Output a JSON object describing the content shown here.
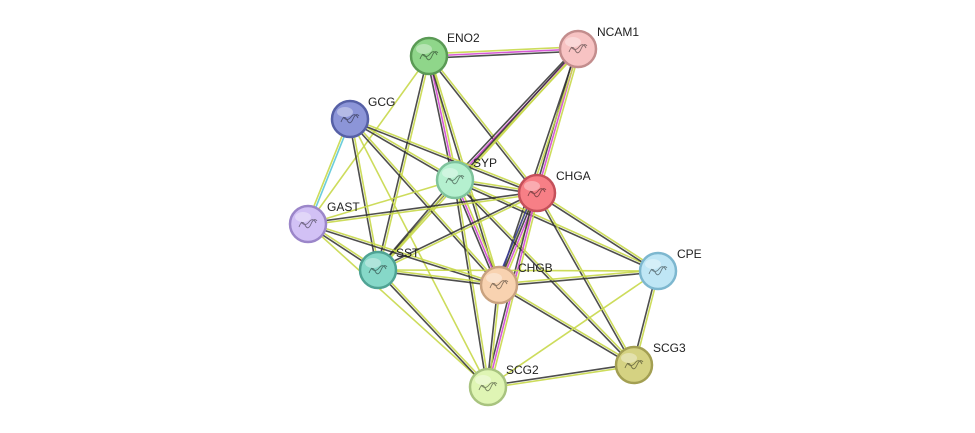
{
  "nodes": [
    {
      "id": "ENO2",
      "label": "ENO2",
      "color": "#8fd68a",
      "border": "#5a9a55"
    },
    {
      "id": "NCAM1",
      "label": "NCAM1",
      "color": "#f7c3c3",
      "border": "#c38d8d"
    },
    {
      "id": "GCG",
      "label": "GCG",
      "color": "#8c95d8",
      "border": "#5660a6"
    },
    {
      "id": "SYP",
      "label": "SYP",
      "color": "#b5f0cf",
      "border": "#7ec39c"
    },
    {
      "id": "CHGA",
      "label": "CHGA",
      "color": "#f77f86",
      "border": "#c4505a"
    },
    {
      "id": "GAST",
      "label": "GAST",
      "color": "#d2c1f5",
      "border": "#9b86c9"
    },
    {
      "id": "SST",
      "label": "SST",
      "color": "#86d8c8",
      "border": "#4fa394"
    },
    {
      "id": "CHGB",
      "label": "CHGB",
      "color": "#f8d2b0",
      "border": "#c9a27f"
    },
    {
      "id": "CPE",
      "label": "CPE",
      "color": "#bfe6f5",
      "border": "#7db7cf"
    },
    {
      "id": "SCG3",
      "label": "SCG3",
      "color": "#d5d282",
      "border": "#a39f52"
    },
    {
      "id": "SCG2",
      "label": "SCG2",
      "color": "#dff5b4",
      "border": "#a8c37f"
    }
  ],
  "edge_colors": {
    "textmining": "#c8d84a",
    "coexpression": "#2f2f2f",
    "experiments": "#d248d2",
    "database": "#5bc8d8",
    "homology": "#3a3a9a"
  },
  "edges": [
    {
      "a": "ENO2",
      "b": "NCAM1",
      "types": [
        "textmining",
        "experiments",
        "coexpression"
      ]
    },
    {
      "a": "ENO2",
      "b": "SYP",
      "types": [
        "textmining",
        "experiments",
        "coexpression"
      ]
    },
    {
      "a": "ENO2",
      "b": "CHGA",
      "types": [
        "textmining",
        "coexpression"
      ]
    },
    {
      "a": "ENO2",
      "b": "CHGB",
      "types": [
        "textmining",
        "coexpression"
      ]
    },
    {
      "a": "ENO2",
      "b": "SST",
      "types": [
        "textmining",
        "coexpression"
      ]
    },
    {
      "a": "ENO2",
      "b": "GAST",
      "types": [
        "textmining"
      ]
    },
    {
      "a": "NCAM1",
      "b": "SYP",
      "types": [
        "textmining",
        "experiments",
        "coexpression"
      ]
    },
    {
      "a": "NCAM1",
      "b": "CHGA",
      "types": [
        "textmining",
        "experiments",
        "coexpression"
      ]
    },
    {
      "a": "NCAM1",
      "b": "CHGB",
      "types": [
        "textmining",
        "coexpression"
      ]
    },
    {
      "a": "NCAM1",
      "b": "SST",
      "types": [
        "textmining",
        "coexpression"
      ]
    },
    {
      "a": "GCG",
      "b": "GAST",
      "types": [
        "database",
        "textmining"
      ]
    },
    {
      "a": "GCG",
      "b": "SST",
      "types": [
        "textmining",
        "coexpression"
      ]
    },
    {
      "a": "GCG",
      "b": "SYP",
      "types": [
        "textmining",
        "coexpression"
      ]
    },
    {
      "a": "GCG",
      "b": "CHGA",
      "types": [
        "textmining",
        "coexpression"
      ]
    },
    {
      "a": "GCG",
      "b": "CHGB",
      "types": [
        "textmining",
        "coexpression"
      ]
    },
    {
      "a": "GCG",
      "b": "SCG2",
      "types": [
        "textmining"
      ]
    },
    {
      "a": "SYP",
      "b": "CHGA",
      "types": [
        "textmining",
        "coexpression"
      ]
    },
    {
      "a": "SYP",
      "b": "CHGB",
      "types": [
        "textmining",
        "experiments",
        "coexpression"
      ]
    },
    {
      "a": "SYP",
      "b": "SST",
      "types": [
        "textmining",
        "coexpression"
      ]
    },
    {
      "a": "SYP",
      "b": "GAST",
      "types": [
        "textmining"
      ]
    },
    {
      "a": "SYP",
      "b": "SCG2",
      "types": [
        "textmining",
        "coexpression"
      ]
    },
    {
      "a": "SYP",
      "b": "SCG3",
      "types": [
        "textmining",
        "coexpression"
      ]
    },
    {
      "a": "SYP",
      "b": "CPE",
      "types": [
        "textmining",
        "coexpression"
      ]
    },
    {
      "a": "CHGA",
      "b": "CHGB",
      "types": [
        "textmining",
        "experiments",
        "coexpression",
        "homology"
      ]
    },
    {
      "a": "CHGA",
      "b": "SST",
      "types": [
        "textmining",
        "coexpression"
      ]
    },
    {
      "a": "CHGA",
      "b": "GAST",
      "types": [
        "textmining",
        "coexpression"
      ]
    },
    {
      "a": "CHGA",
      "b": "CPE",
      "types": [
        "textmining",
        "coexpression"
      ]
    },
    {
      "a": "CHGA",
      "b": "SCG3",
      "types": [
        "textmining",
        "coexpression"
      ]
    },
    {
      "a": "CHGA",
      "b": "SCG2",
      "types": [
        "textmining",
        "experiments",
        "coexpression"
      ]
    },
    {
      "a": "GAST",
      "b": "SST",
      "types": [
        "textmining",
        "coexpression"
      ]
    },
    {
      "a": "GAST",
      "b": "CHGB",
      "types": [
        "textmining",
        "coexpression"
      ]
    },
    {
      "a": "GAST",
      "b": "SCG2",
      "types": [
        "textmining"
      ]
    },
    {
      "a": "SST",
      "b": "CHGB",
      "types": [
        "textmining",
        "coexpression"
      ]
    },
    {
      "a": "SST",
      "b": "SCG2",
      "types": [
        "textmining",
        "coexpression"
      ]
    },
    {
      "a": "SST",
      "b": "CPE",
      "types": [
        "textmining"
      ]
    },
    {
      "a": "CHGB",
      "b": "CPE",
      "types": [
        "textmining",
        "coexpression"
      ]
    },
    {
      "a": "CHGB",
      "b": "SCG3",
      "types": [
        "textmining",
        "coexpression"
      ]
    },
    {
      "a": "CHGB",
      "b": "SCG2",
      "types": [
        "textmining",
        "coexpression"
      ]
    },
    {
      "a": "CPE",
      "b": "SCG3",
      "types": [
        "textmining",
        "coexpression"
      ]
    },
    {
      "a": "CPE",
      "b": "SCG2",
      "types": [
        "textmining"
      ]
    },
    {
      "a": "SCG3",
      "b": "SCG2",
      "types": [
        "textmining",
        "coexpression"
      ]
    }
  ]
}
